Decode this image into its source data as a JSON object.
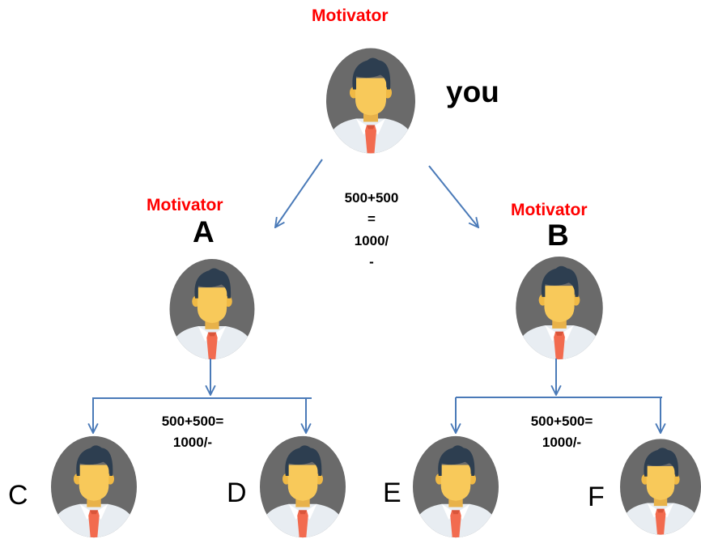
{
  "colors": {
    "motivator_text": "#ff0000",
    "arrow": "#4a7ab8",
    "avatar_bg": "#6a6a6a",
    "skin": "#f8c95a",
    "hair": "#2d3e50",
    "shirt": "#e8edf2",
    "tie": "#f26b4f"
  },
  "top": {
    "role": "Motivator",
    "name": "you"
  },
  "level1_sum": {
    "lines": [
      "500+500",
      "=",
      "1000/",
      "-"
    ]
  },
  "left_child": {
    "role": "Motivator",
    "letter": "A"
  },
  "right_child": {
    "role": "Motivator",
    "letter": "B"
  },
  "left_sum": {
    "lines": [
      "500+500=",
      "1000/-"
    ]
  },
  "right_sum": {
    "lines": [
      "500+500=",
      "1000/-"
    ]
  },
  "leaves": [
    "C",
    "D",
    "E",
    "F"
  ],
  "icons": {
    "avatar": "person-avatar-icon"
  }
}
